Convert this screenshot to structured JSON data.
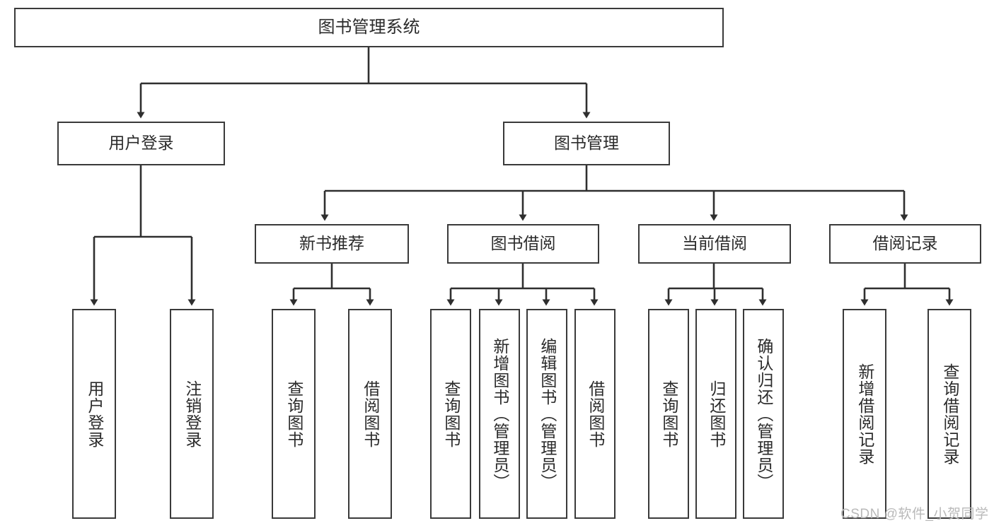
{
  "diagram": {
    "type": "tree-hierarchy",
    "title": "图书管理系统",
    "root": {
      "id": "root",
      "label": "图书管理系统"
    },
    "level2": [
      {
        "id": "user-login",
        "label": "用户登录"
      },
      {
        "id": "book-manage",
        "label": "图书管理"
      }
    ],
    "level3": [
      {
        "id": "new-book-rec",
        "label": "新书推荐",
        "parent": "book-manage"
      },
      {
        "id": "book-borrow",
        "label": "图书借阅",
        "parent": "book-manage"
      },
      {
        "id": "current-borrow",
        "label": "当前借阅",
        "parent": "book-manage"
      },
      {
        "id": "borrow-record",
        "label": "借阅记录",
        "parent": "book-manage"
      }
    ],
    "leaves": {
      "user_login": [
        {
          "id": "leaf-user-login",
          "label": "用户登录"
        },
        {
          "id": "leaf-logout",
          "label": "注销登录"
        }
      ],
      "new_book_rec": [
        {
          "id": "leaf-query-book-1",
          "label": "查询图书"
        },
        {
          "id": "leaf-borrow-book-1",
          "label": "借阅图书"
        }
      ],
      "book_borrow": [
        {
          "id": "leaf-query-book-2",
          "label": "查询图书"
        },
        {
          "id": "leaf-add-book",
          "label": "新增图书（管理员）"
        },
        {
          "id": "leaf-edit-book",
          "label": "编辑图书（管理员）"
        },
        {
          "id": "leaf-borrow-book-2",
          "label": "借阅图书"
        }
      ],
      "current_borrow": [
        {
          "id": "leaf-query-book-3",
          "label": "查询图书"
        },
        {
          "id": "leaf-return-book",
          "label": "归还图书"
        },
        {
          "id": "leaf-confirm-return",
          "label": "确认归还（管理员）"
        }
      ],
      "borrow_record": [
        {
          "id": "leaf-add-record",
          "label": "新增借阅记录"
        },
        {
          "id": "leaf-query-record",
          "label": "查询借阅记录"
        }
      ]
    },
    "watermark": "CSDN @软件_小贺同学",
    "colors": {
      "border": "#3a3a3a",
      "text": "#2b2b2b",
      "background": "#ffffff",
      "connector": "#2f2f2f",
      "watermark": "#b9b9b9"
    }
  }
}
